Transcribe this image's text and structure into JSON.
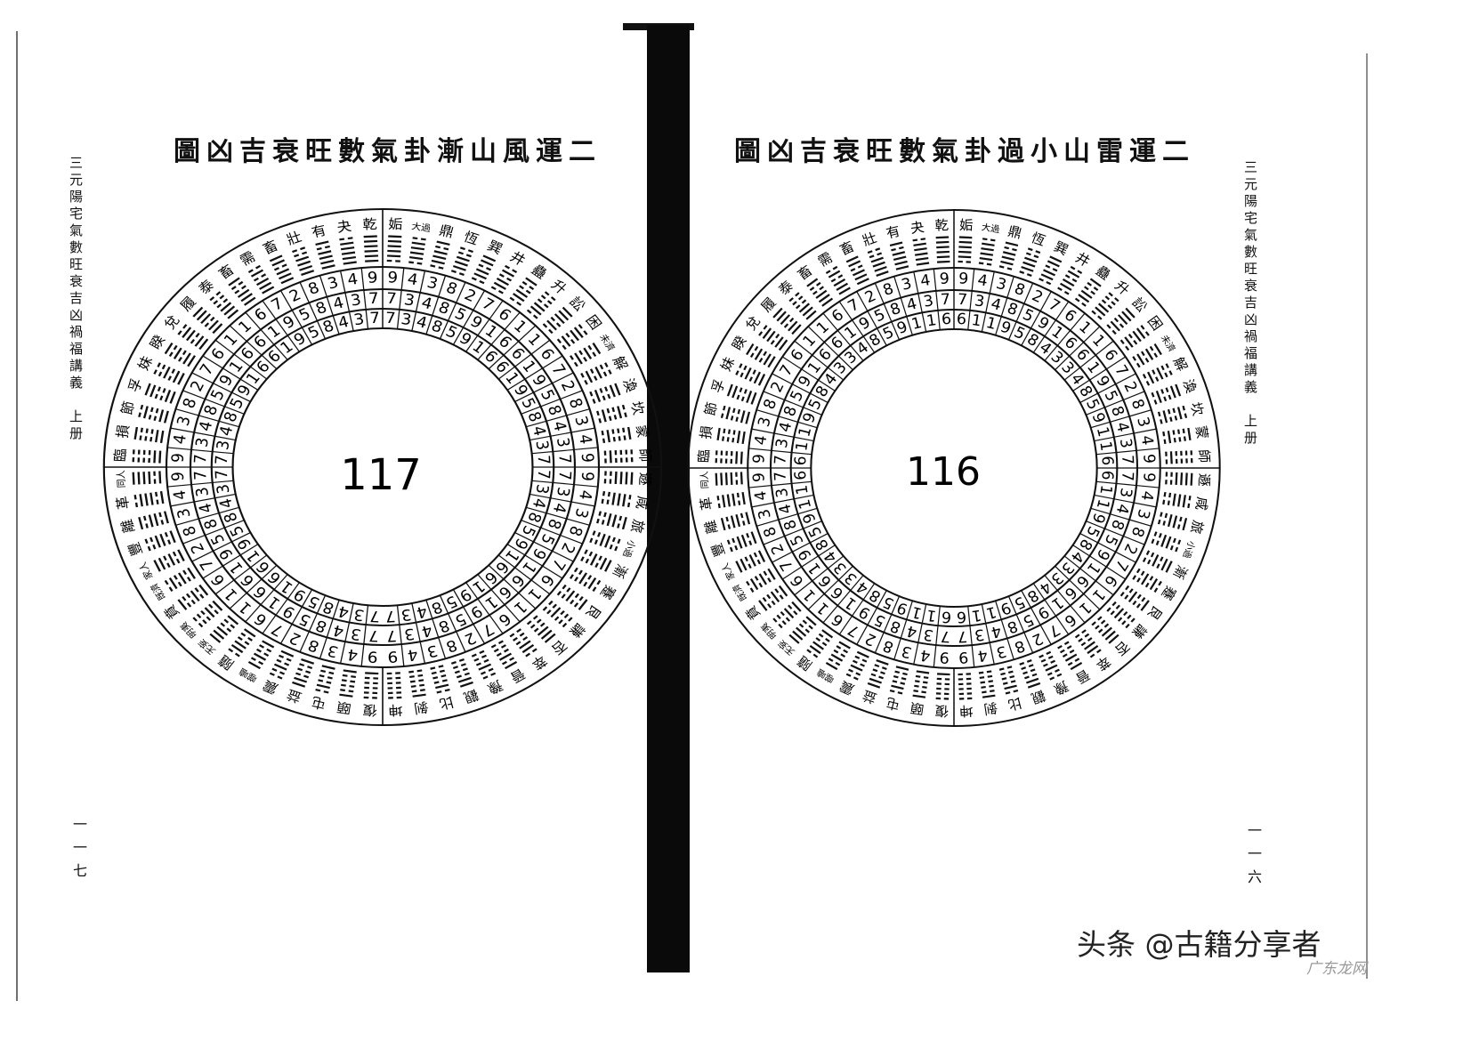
{
  "left_page": {
    "title": "圖凶吉衰旺數氣卦漸山風運二",
    "side_text": "三元陽宅氣數旺衰吉凶禍福講義　上册",
    "page_number": "一一七",
    "center_number": "117",
    "rings": [
      "9438276116728349943827611672834994382761167283499438276116728349",
      "7348591661958437734859166195843773485916619584377348591661958437",
      "7348591661958437734859166195843773485916619584377348591661958437"
    ]
  },
  "right_page": {
    "title": "圖凶吉衰旺數氣卦過小山雷運二",
    "side_text": "三元陽宅氣數旺衰吉凶禍福講義　上册",
    "page_number": "一一六",
    "center_number": "116",
    "rings": [
      "9438276116728349943827611672834994382761167283499438276116728349",
      "7348591661958437734859166195843773485916619584377348591661958437",
      "6119584334859116611958433485911661195843348591166119584334859116"
    ]
  },
  "hexagram_names": [
    "乾",
    "夬",
    "有",
    "壯",
    "畜",
    "需",
    "畜",
    "泰",
    "履",
    "兌",
    "睽",
    "妹",
    "孚",
    "節",
    "損",
    "臨",
    "同人",
    "革",
    "離",
    "豐",
    "家人",
    "既濟",
    "賁",
    "明夷",
    "无妄",
    "隨",
    "噬嗑",
    "震",
    "益",
    "屯",
    "頤",
    "復",
    "姤",
    "大過",
    "鼎",
    "恆",
    "巽",
    "井",
    "蠱",
    "升",
    "訟",
    "困",
    "未濟",
    "解",
    "渙",
    "坎",
    "蒙",
    "師",
    "遯",
    "咸",
    "旅",
    "小過",
    "漸",
    "蹇",
    "艮",
    "謙",
    "否",
    "萃",
    "晉",
    "豫",
    "觀",
    "比",
    "剝",
    "坤"
  ],
  "watermark": {
    "main": "头条 @古籍分享者",
    "sub": "广东龙网"
  }
}
